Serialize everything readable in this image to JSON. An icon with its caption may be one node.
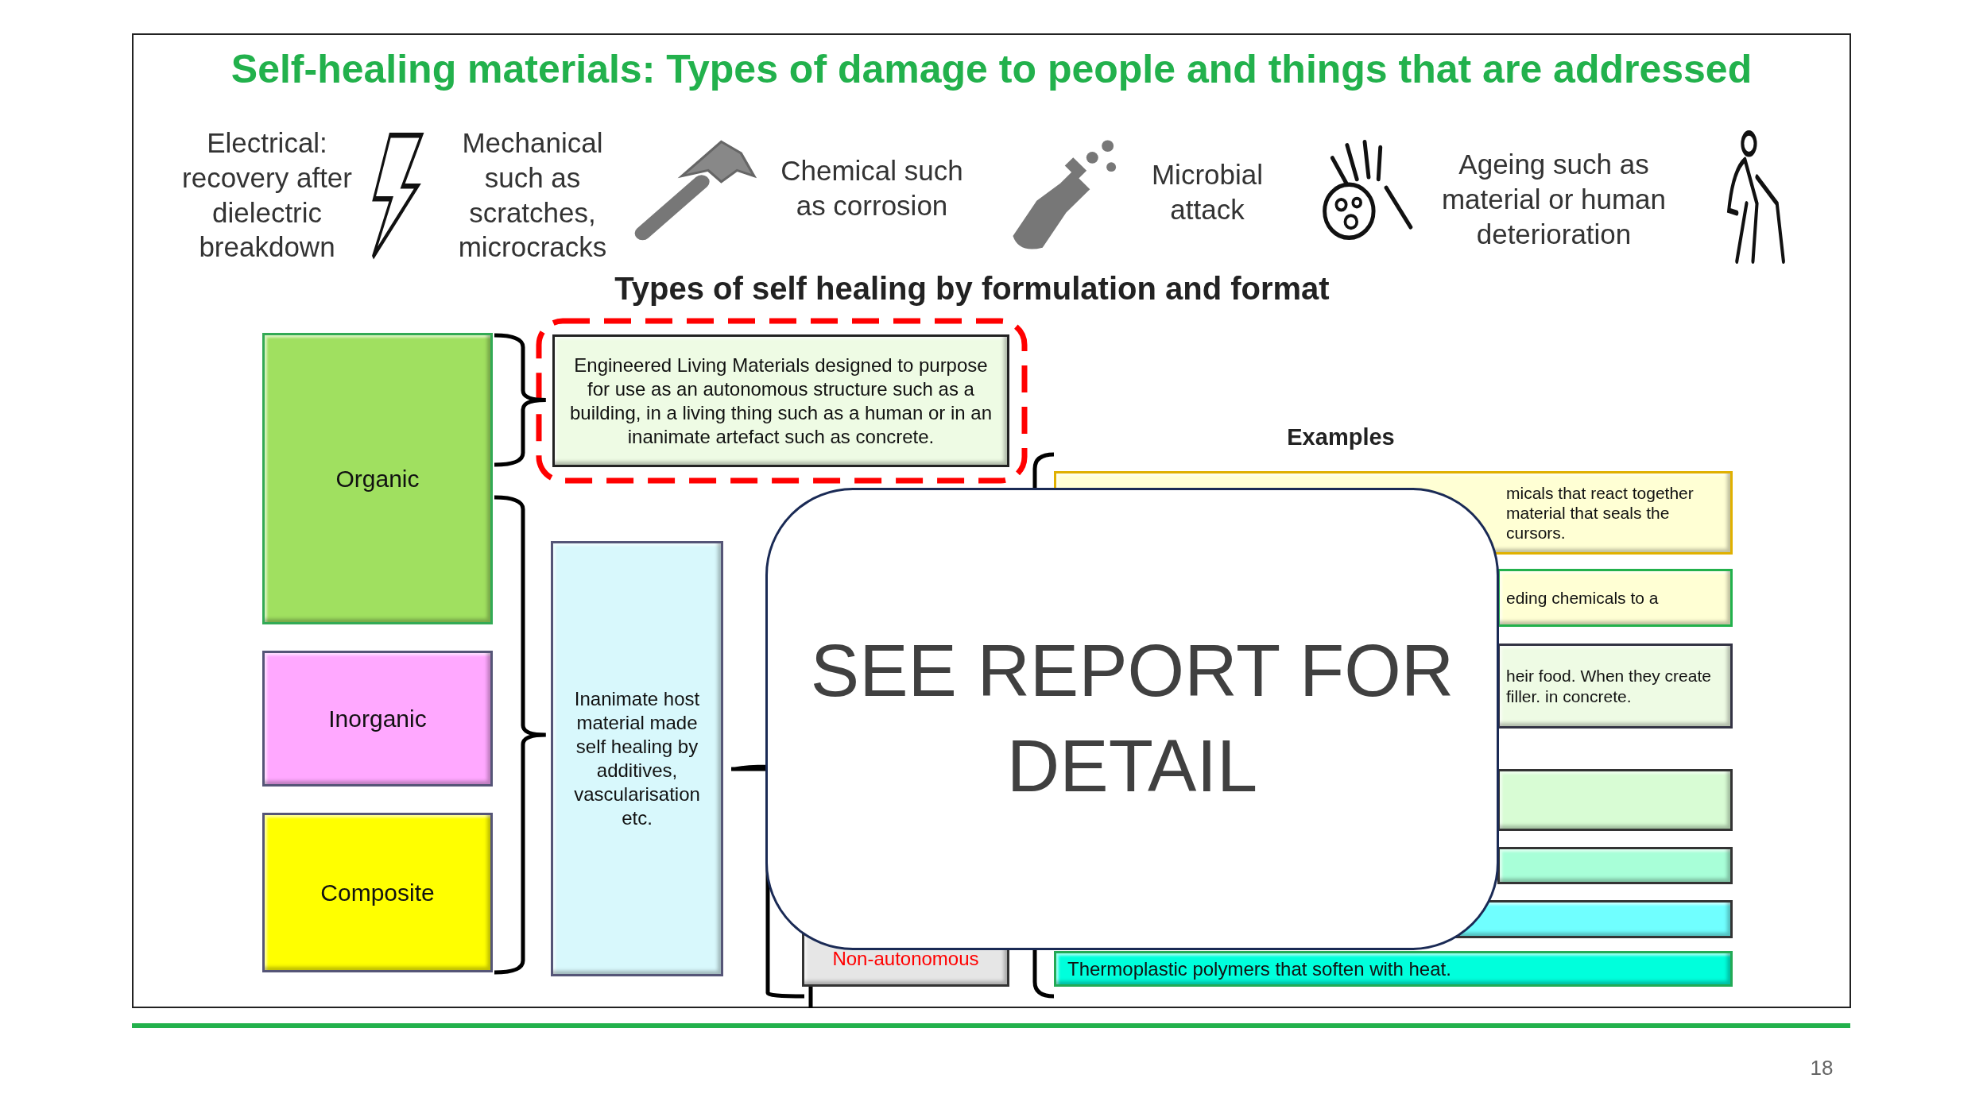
{
  "diagram": {
    "title": "Self-healing materials: Types of damage to people and things that are addressed",
    "nodes": [
      {
        "text": [
          "Organic"
        ]
      },
      {
        "text": [
          "Inorganic"
        ]
      },
      {
        "text": [
          "Composite"
        ]
      },
      {
        "text": [
          "Engineered Living Materials designed to purpose for use as an autonomous structure such as a building, in a living thing such as a human or in an inanimate artefact such as concrete."
        ]
      },
      {
        "text": [
          "Inanimate host material made self healing by additives, vascularisation etc."
        ]
      },
      {
        "text": [
          "Non-autonomous"
        ]
      },
      {
        "text": [
          "micals that react together material that seals the cursors."
        ]
      },
      {
        "text": [
          "eding chemicals to a"
        ]
      },
      {
        "text": [
          "heir food. When they create filler. in concrete."
        ]
      },
      {
        "text": [],
        "shape": "box"
      },
      {
        "text": [],
        "shape": "box"
      },
      {
        "text": [],
        "shape": "box"
      },
      {
        "text": [
          "Thermoplastic polymers that soften with heat."
        ]
      },
      {
        "text": [
          "SEE REPORT FOR DETAIL"
        ]
      }
    ],
    "edges": [],
    "labels": [
      "Electrical: recovery after dielectric breakdown",
      "Mechanical such as scratches, microcracks",
      "Chemical such as corrosion",
      "Microbial attack",
      "Ageing such as material or human deterioration",
      "Types of self healing by formulation and format",
      "Examples",
      "18"
    ]
  }
}
